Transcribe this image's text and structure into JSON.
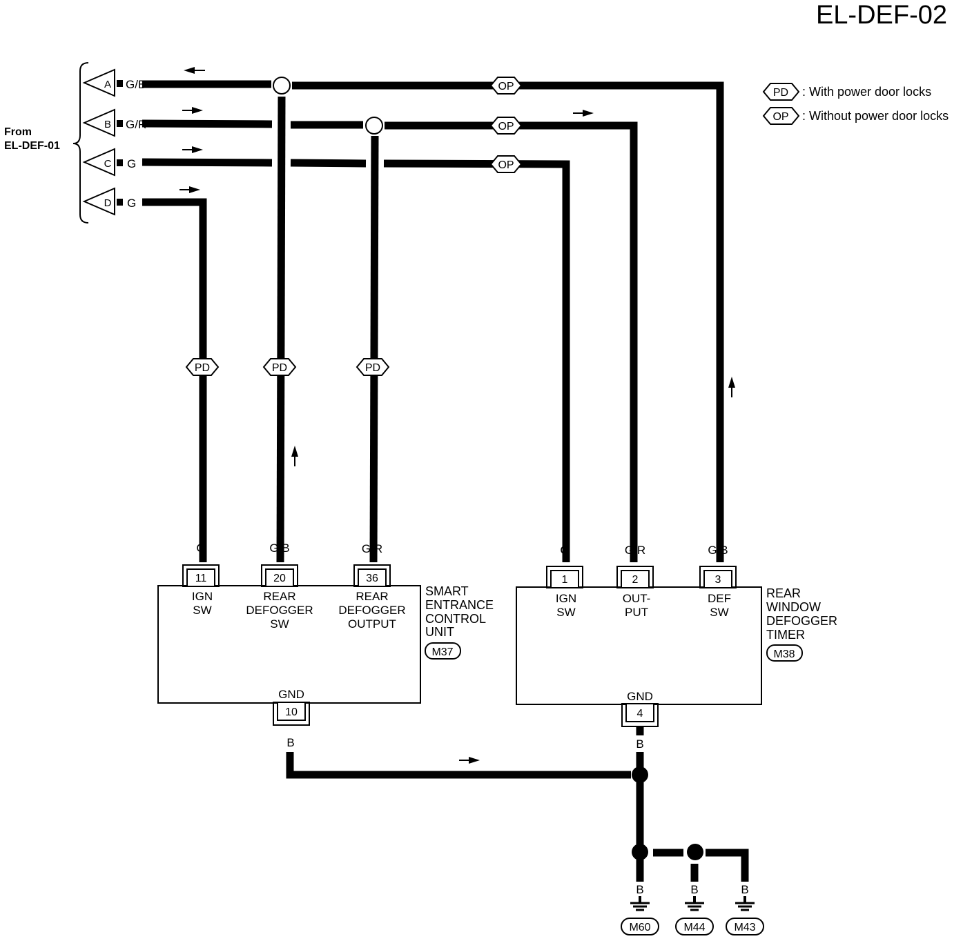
{
  "page_title": "EL-DEF-02",
  "from_label": [
    "From",
    "EL-DEF-01"
  ],
  "legend": [
    {
      "code": "PD",
      "text": ": With power door locks"
    },
    {
      "code": "OP",
      "text": ": Without power door locks"
    }
  ],
  "inputs": [
    {
      "letter": "A",
      "color": "G/B"
    },
    {
      "letter": "B",
      "color": "G/R"
    },
    {
      "letter": "C",
      "color": "G"
    },
    {
      "letter": "D",
      "color": "G"
    }
  ],
  "option_tags": {
    "pd": "PD",
    "op": "OP"
  },
  "unit1": {
    "name": [
      "SMART",
      "ENTRANCE",
      "CONTROL",
      "UNIT"
    ],
    "connector": "M37",
    "gnd_label": "GND",
    "gnd_pin": "10",
    "gnd_wire": "B",
    "pins": [
      {
        "num": "11",
        "color": "G",
        "label": [
          "IGN",
          "SW"
        ]
      },
      {
        "num": "20",
        "color": "G/B",
        "label": [
          "REAR",
          "DEFOGGER",
          "SW"
        ]
      },
      {
        "num": "36",
        "color": "G/R",
        "label": [
          "REAR",
          "DEFOGGER",
          "OUTPUT"
        ]
      }
    ]
  },
  "unit2": {
    "name": [
      "REAR",
      "WINDOW",
      "DEFOGGER",
      "TIMER"
    ],
    "connector": "M38",
    "gnd_label": "GND",
    "gnd_pin": "4",
    "gnd_wire": "B",
    "pins": [
      {
        "num": "1",
        "color": "G",
        "label": [
          "IGN",
          "SW"
        ]
      },
      {
        "num": "2",
        "color": "G/R",
        "label": [
          "OUT-",
          "PUT"
        ]
      },
      {
        "num": "3",
        "color": "G/B",
        "label": [
          "DEF",
          "SW"
        ]
      }
    ]
  },
  "grounds": [
    {
      "wire": "B",
      "id": "M60"
    },
    {
      "wire": "B",
      "id": "M44"
    },
    {
      "wire": "B",
      "id": "M43"
    }
  ]
}
